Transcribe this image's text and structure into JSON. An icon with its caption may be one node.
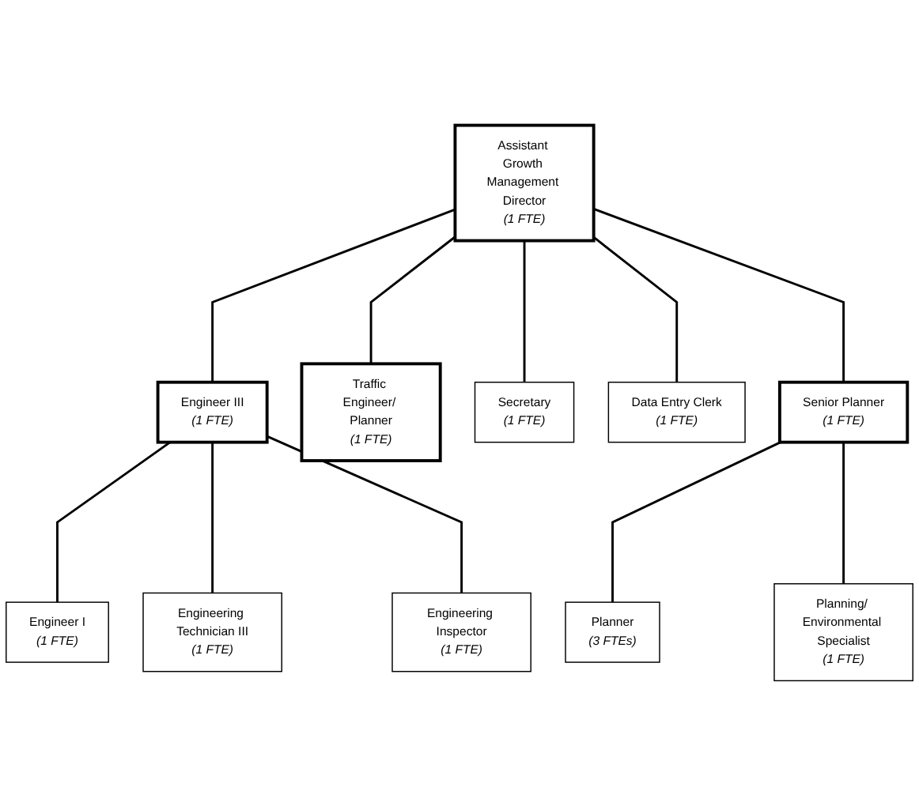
{
  "diagram": {
    "nodes": [
      {
        "text": [
          "Assistant Growth Management Director",
          "(1 FTE)"
        ]
      },
      {
        "text": [
          "Secretary",
          "(1 FTE)"
        ]
      },
      {
        "text": [
          "Data Entry Clerk",
          "(1 FTE)"
        ]
      },
      {
        "text": [
          "Engineer III",
          "(1 FTE)"
        ]
      },
      {
        "text": [
          "Traffic Engineer/ Planner",
          "(1 FTE)"
        ]
      },
      {
        "text": [
          "Senior Planner",
          "(1 FTE)"
        ]
      },
      {
        "text": [
          "Engineer I",
          "(1 FTE)"
        ]
      },
      {
        "text": [
          "Engineering Technician III",
          "(1 FTE)"
        ]
      },
      {
        "text": [
          "Engineering Inspector",
          "(1 FTE)"
        ]
      },
      {
        "text": [
          "Planner",
          "(3 FTEs)"
        ]
      },
      {
        "text": [
          "Planning/ Environmental Specialist",
          "(1 FTE)"
        ]
      }
    ],
    "edges": [
      {
        "from": 0,
        "to": 1,
        "arrow": "none"
      },
      {
        "from": 0,
        "to": 2,
        "arrow": "none"
      },
      {
        "from": 0,
        "to": 3,
        "arrow": "none"
      },
      {
        "from": 0,
        "to": 4,
        "arrow": "none"
      },
      {
        "from": 0,
        "to": 5,
        "arrow": "none"
      },
      {
        "from": 3,
        "to": 6,
        "arrow": "none"
      },
      {
        "from": 3,
        "to": 7,
        "arrow": "none"
      },
      {
        "from": 3,
        "to": 8,
        "arrow": "none"
      },
      {
        "from": 5,
        "to": 9,
        "arrow": "none"
      },
      {
        "from": 5,
        "to": 10,
        "arrow": "none"
      }
    ]
  }
}
